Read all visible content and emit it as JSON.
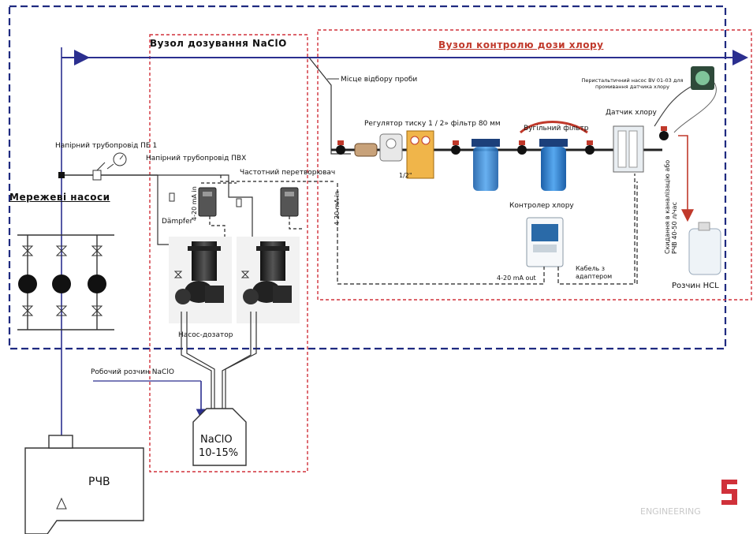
{
  "titles": {
    "dosing_unit": "Вузол дозування NaClO",
    "control_unit": "Вузол контролю дози хлору"
  },
  "labels": {
    "network_pumps": "Мережеві насоси",
    "pressure_pipe_pe": "Напірний трубопровід ПЕ 1",
    "pressure_pipe_pvc": "Напірний трубопровід ПВХ",
    "frequency_converter": "Частотний перетворювач",
    "damper": "Dämpfer",
    "signal_in_1": "4-20 mA in",
    "signal_in_2": "4-20 mA in",
    "dosing_pump": "Насос-дозатор",
    "working_solution": "Робочий розчин NaClO",
    "tank_name": "NaClO",
    "tank_concentration": "10-15%",
    "reservoir": "РЧВ",
    "sampling_point": "Місце відбору проби",
    "pressure_regulator": "Регулятор тиску 1 / 2» фільтр 80 мм",
    "half_inch": "1/2\"",
    "carbon_filter": "Вугільний фільтр",
    "chlorine_sensor": "Датчик хлору",
    "peristaltic_pump": "Перистальтичний насос BV 01-03 для промивання датчика хлору",
    "chlorine_controller": "Контролер хлору",
    "signal_out": "4-20 mA out",
    "cable_adapter": "Кабель з адаптером",
    "drain": "Скидання в каналізацію або РЧВ 40-50 л/час",
    "hcl_solution": "Розчин HCL",
    "logo_text": "ENGINEERING"
  },
  "colors": {
    "outer_frame": "#1f2a80",
    "unit_frame": "#d0313a",
    "pipe": "#333333",
    "flow_arrow": "#2b2f8f",
    "drain_arrow": "#c0392b",
    "filter_blue": "#2a7fd4",
    "logo_red": "#d0313a"
  },
  "icons": {
    "pump": "centrifugal-pump-icon",
    "valve": "gate-valve-icon",
    "gauge": "pressure-gauge-icon",
    "filter": "cartridge-filter-icon",
    "controller": "chlorine-controller-icon",
    "canister": "hcl-canister-icon",
    "logo": "engineering-logo-icon"
  }
}
